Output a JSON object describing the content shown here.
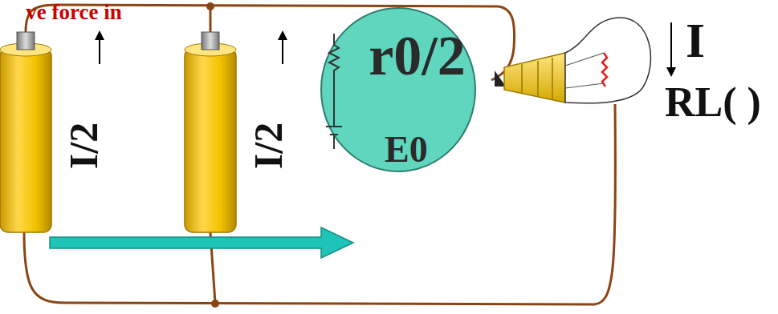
{
  "diagram": {
    "nodes": [
      {
        "text": [
          "r0/2",
          "E0"
        ]
      }
    ],
    "labels": [
      "ve force in",
      "I/2",
      "I/2",
      "I",
      "RL( )"
    ]
  }
}
